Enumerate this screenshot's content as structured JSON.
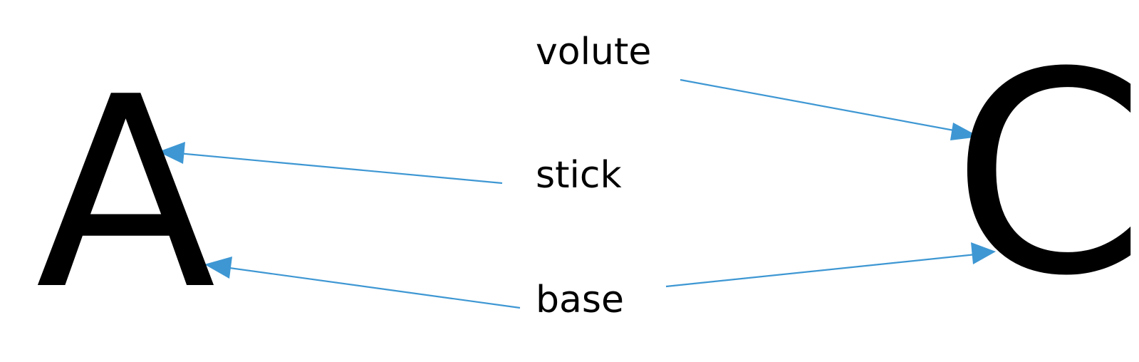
{
  "letters": {
    "left": "A",
    "right": "C"
  },
  "labels": {
    "volute": "volute",
    "stick": "stick",
    "base": "base"
  },
  "colors": {
    "arrow": "#3e97d3",
    "text": "#000000",
    "background": "#ffffff"
  },
  "arrows": [
    {
      "from": "volute",
      "to": "C"
    },
    {
      "from": "stick",
      "to": "A"
    },
    {
      "from": "base",
      "to": "A"
    },
    {
      "from": "base",
      "to": "C"
    }
  ]
}
